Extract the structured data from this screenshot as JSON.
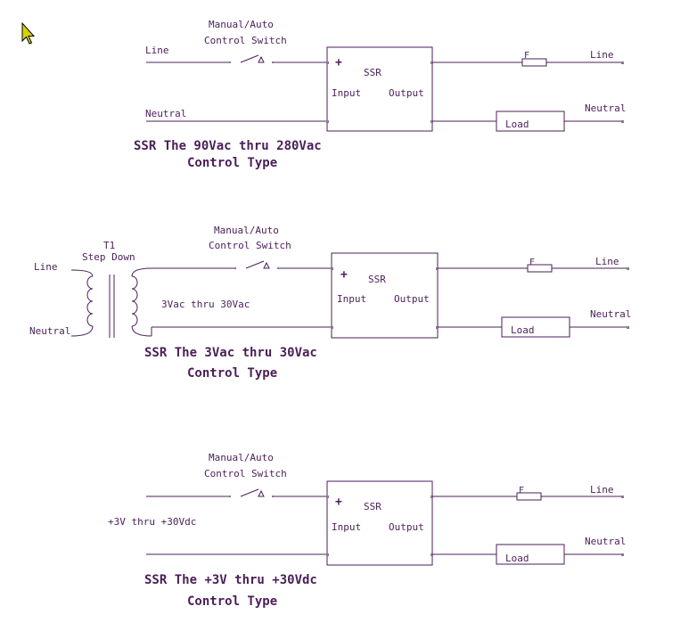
{
  "colors": {
    "ink": "#4a1f58",
    "background": "#ffffff",
    "cursor": "#d8d000"
  },
  "cursor_icon": "arrow-pointer",
  "circuits": [
    {
      "switch_label_1": "Manual/Auto",
      "switch_label_2": "Control Switch",
      "line_in": "Line",
      "neutral_in": "Neutral",
      "ssr_label": "SSR",
      "ssr_plus": "+",
      "ssr_input": "Input",
      "ssr_output": "Output",
      "fuse_label": "F",
      "line_out": "Line",
      "load_label": "Load",
      "neutral_out": "Neutral",
      "caption_1": "SSR The 90Vac thru 280Vac",
      "caption_2": "Control Type"
    },
    {
      "transformer_label_1": "T1",
      "transformer_label_2": "Step Down",
      "switch_label_1": "Manual/Auto",
      "switch_label_2": "Control Switch",
      "line_in": "Line",
      "neutral_in": "Neutral",
      "control_voltage": "3Vac thru 30Vac",
      "ssr_label": "SSR",
      "ssr_plus": "+",
      "ssr_input": "Input",
      "ssr_output": "Output",
      "fuse_label": "F",
      "line_out": "Line",
      "load_label": "Load",
      "neutral_out": "Neutral",
      "caption_1": "SSR The 3Vac thru 30Vac",
      "caption_2": "Control Type"
    },
    {
      "switch_label_1": "Manual/Auto",
      "switch_label_2": "Control Switch",
      "control_voltage": "+3V thru +30Vdc",
      "ssr_label": "SSR",
      "ssr_plus": "+",
      "ssr_input": "Input",
      "ssr_output": "Output",
      "fuse_label": "F",
      "line_out": "Line",
      "load_label": "Load",
      "neutral_out": "Neutral",
      "caption_1": "SSR The +3V thru +30Vdc",
      "caption_2": "Control Type"
    }
  ]
}
